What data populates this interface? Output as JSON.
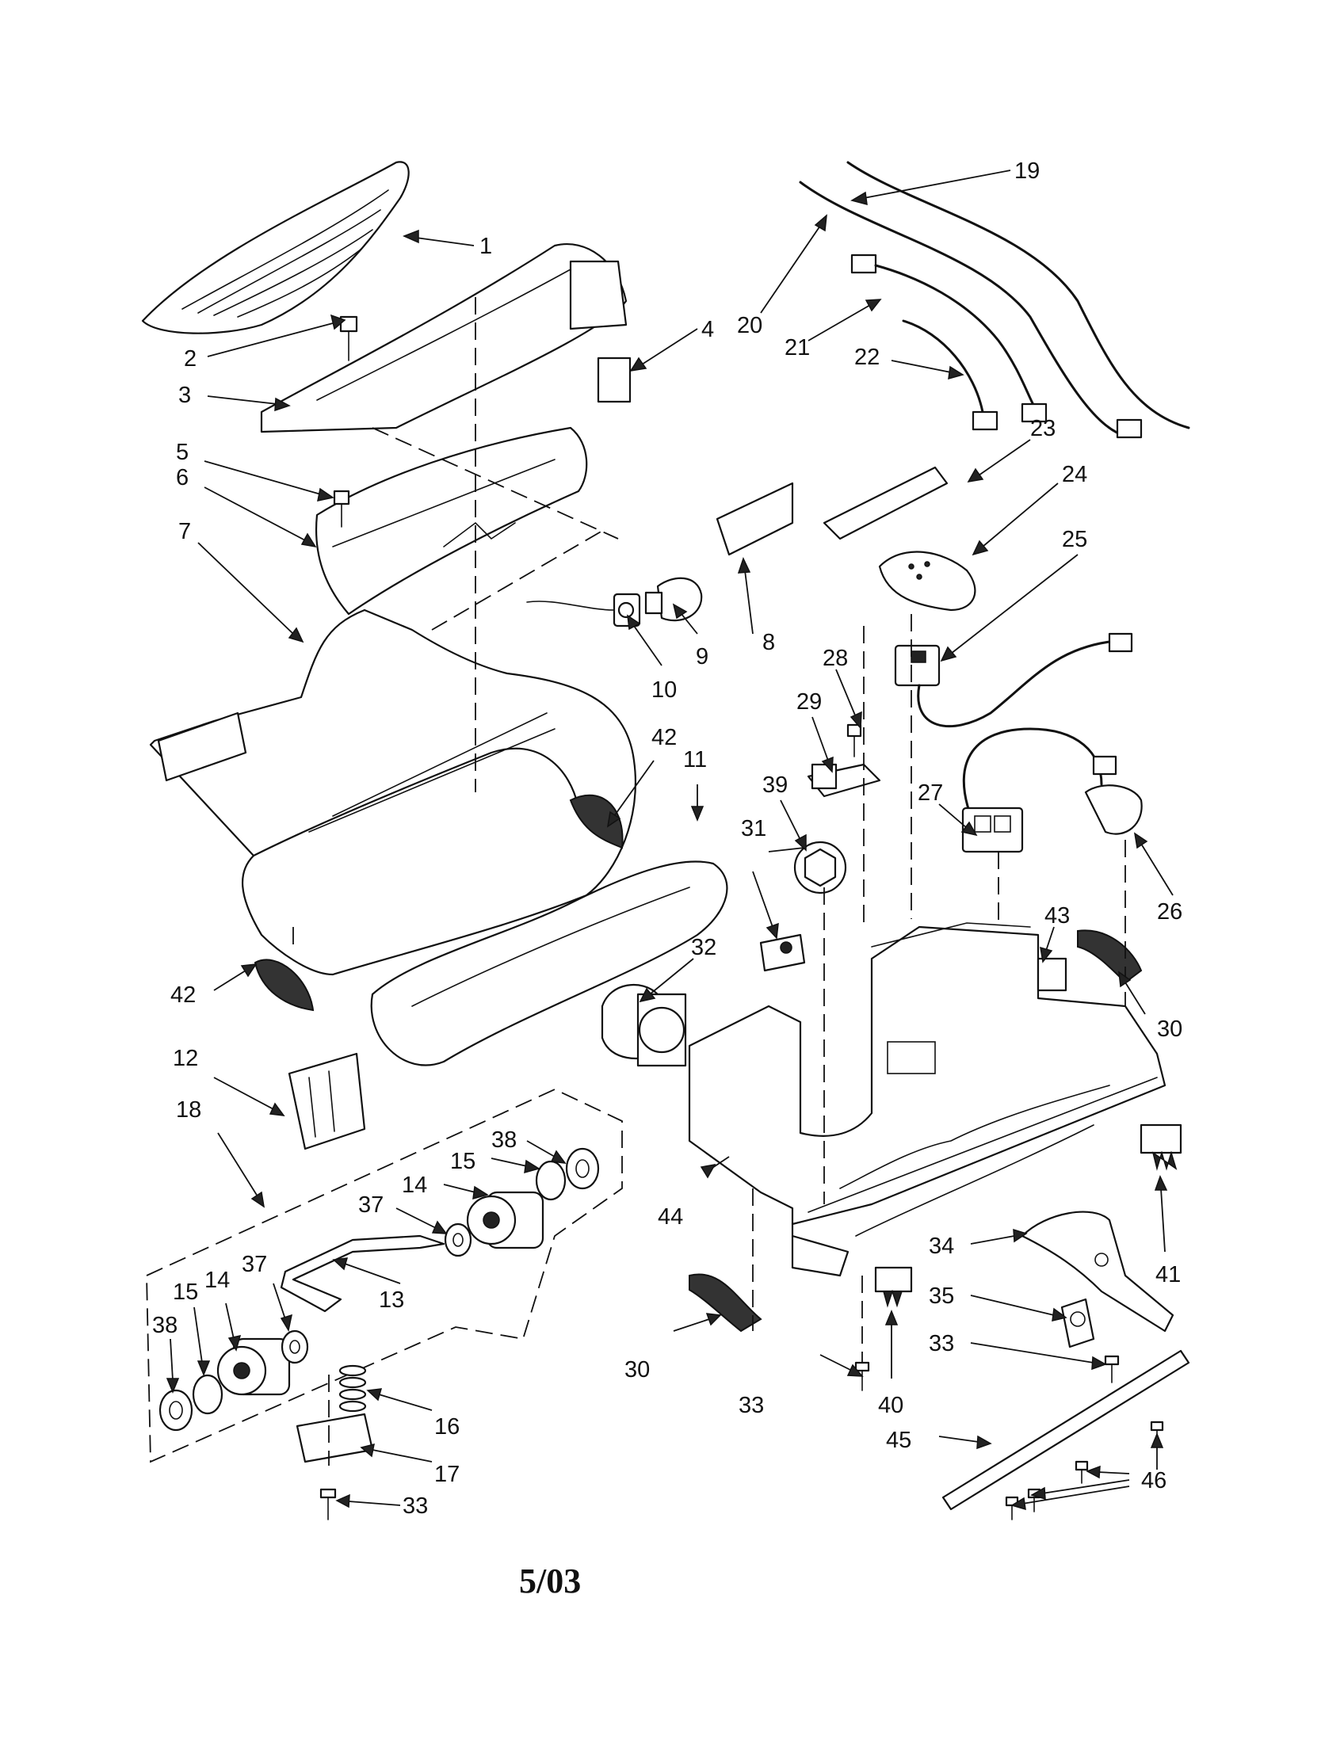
{
  "callouts": [
    {
      "id": "1",
      "text": "1"
    },
    {
      "id": "2",
      "text": "2"
    },
    {
      "id": "3",
      "text": "3"
    },
    {
      "id": "4",
      "text": "4"
    },
    {
      "id": "5",
      "text": "5"
    },
    {
      "id": "6",
      "text": "6"
    },
    {
      "id": "7",
      "text": "7"
    },
    {
      "id": "8",
      "text": "8"
    },
    {
      "id": "9",
      "text": "9"
    },
    {
      "id": "10",
      "text": "10"
    },
    {
      "id": "11",
      "text": "11"
    },
    {
      "id": "12",
      "text": "12"
    },
    {
      "id": "13",
      "text": "13"
    },
    {
      "id": "14a",
      "text": "14"
    },
    {
      "id": "14b",
      "text": "14"
    },
    {
      "id": "15a",
      "text": "15"
    },
    {
      "id": "15b",
      "text": "15"
    },
    {
      "id": "16",
      "text": "16"
    },
    {
      "id": "17",
      "text": "17"
    },
    {
      "id": "18",
      "text": "18"
    },
    {
      "id": "19",
      "text": "19"
    },
    {
      "id": "20",
      "text": "20"
    },
    {
      "id": "21",
      "text": "21"
    },
    {
      "id": "22",
      "text": "22"
    },
    {
      "id": "23",
      "text": "23"
    },
    {
      "id": "24",
      "text": "24"
    },
    {
      "id": "25",
      "text": "25"
    },
    {
      "id": "26",
      "text": "26"
    },
    {
      "id": "27",
      "text": "27"
    },
    {
      "id": "28",
      "text": "28"
    },
    {
      "id": "29",
      "text": "29"
    },
    {
      "id": "30a",
      "text": "30"
    },
    {
      "id": "30b",
      "text": "30"
    },
    {
      "id": "31",
      "text": "31"
    },
    {
      "id": "32",
      "text": "32"
    },
    {
      "id": "33a",
      "text": "33"
    },
    {
      "id": "33b",
      "text": "33"
    },
    {
      "id": "33c",
      "text": "33"
    },
    {
      "id": "34",
      "text": "34"
    },
    {
      "id": "35",
      "text": "35"
    },
    {
      "id": "37a",
      "text": "37"
    },
    {
      "id": "37b",
      "text": "37"
    },
    {
      "id": "38a",
      "text": "38"
    },
    {
      "id": "38b",
      "text": "38"
    },
    {
      "id": "39",
      "text": "39"
    },
    {
      "id": "40",
      "text": "40"
    },
    {
      "id": "41",
      "text": "41"
    },
    {
      "id": "42a",
      "text": "42"
    },
    {
      "id": "42b",
      "text": "42"
    },
    {
      "id": "43",
      "text": "43"
    },
    {
      "id": "44",
      "text": "44"
    },
    {
      "id": "45",
      "text": "45"
    },
    {
      "id": "46",
      "text": "46"
    }
  ],
  "footer": {
    "date_code": "5/03"
  }
}
